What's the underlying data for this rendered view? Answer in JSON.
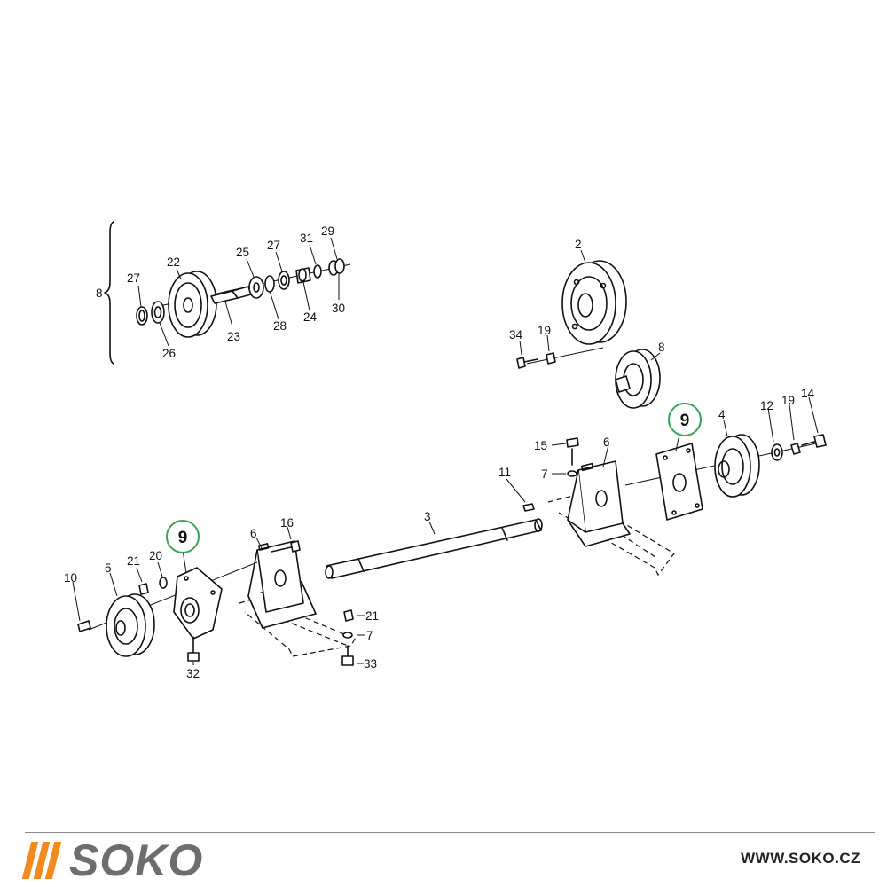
{
  "diagram": {
    "part_labels": [
      "8",
      "27",
      "22",
      "26",
      "25",
      "23",
      "27",
      "28",
      "31",
      "24",
      "29",
      "30",
      "2",
      "34",
      "19",
      "8",
      "4",
      "12",
      "19",
      "14",
      "15",
      "6",
      "7",
      "11",
      "3",
      "6",
      "16",
      "10",
      "5",
      "21",
      "20",
      "32",
      "21",
      "7",
      "33"
    ],
    "callouts": [
      "9",
      "9"
    ]
  },
  "footer": {
    "brand": "SOKO",
    "website": "WWW.SOKO.CZ",
    "accent_color": "#f28a1e",
    "brand_color": "#6d6d6d",
    "callout_ring_color": "#3aa35a"
  }
}
